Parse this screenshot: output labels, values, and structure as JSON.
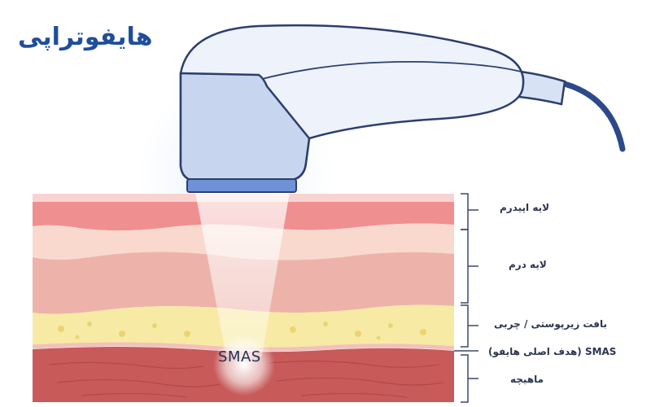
{
  "title": "هایفوتراپی",
  "smas_label": "SMAS",
  "layers": {
    "epidermis": "لایه اپیدرم",
    "dermis": "لایه درم",
    "fat": "بافت زیرپوستی / چربی",
    "smas": "SMAS (هدف اصلی هایفو)",
    "muscle": "ماهیچه"
  },
  "colors": {
    "title": "#1f4e9c",
    "device_body": "#eef2fb",
    "device_outline": "#2c3e6e",
    "device_head": "#c7d6ee",
    "device_tip": "#6f92d6",
    "epidermis": "#f08f8f",
    "dermis": "#f6c6bc",
    "fat": "#f7eaa4",
    "muscle": "#c85a5a"
  },
  "icons": [
    "hifu-handpiece-icon",
    "ultrasound-beam-icon",
    "focus-glow-icon"
  ]
}
